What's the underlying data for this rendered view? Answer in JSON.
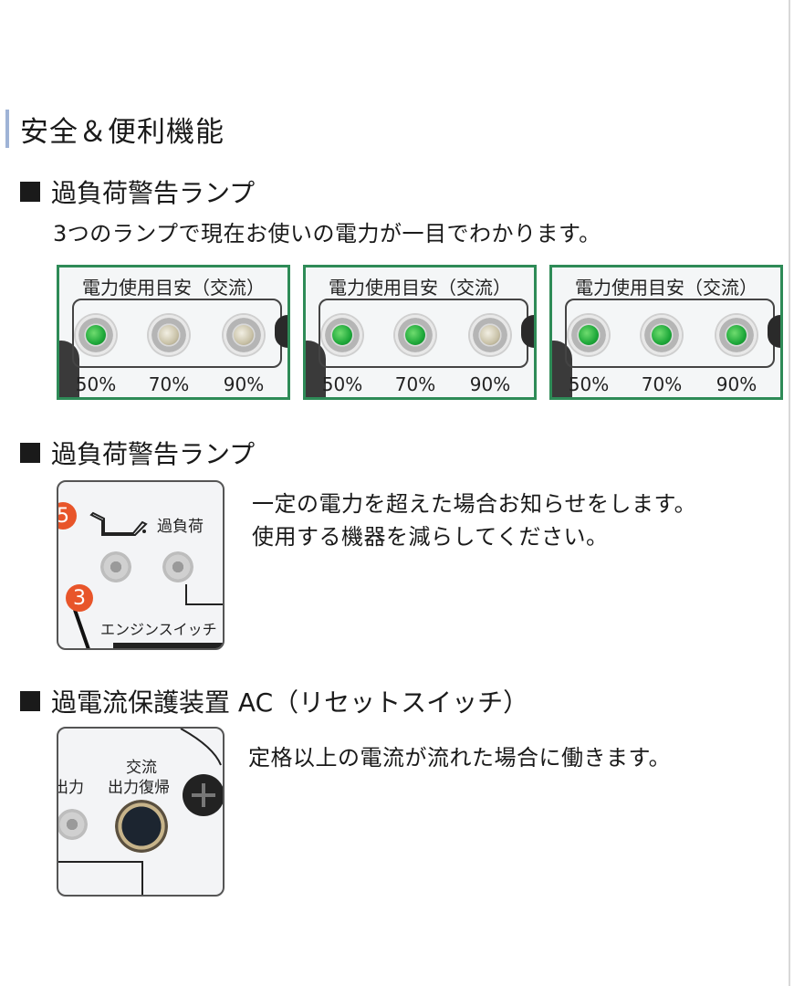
{
  "section": {
    "title": "安全＆便利機能"
  },
  "overload_lamp": {
    "heading": "過負荷警告ランプ",
    "description": "3つのランプで現在お使いの電力が一目でわかります。",
    "panels": [
      {
        "title": "電力使用目安（交流）",
        "lamps": [
          {
            "label": "50%",
            "state": "on"
          },
          {
            "label": "70%",
            "state": "off"
          },
          {
            "label": "90%",
            "state": "off"
          }
        ]
      },
      {
        "title": "電力使用目安（交流）",
        "lamps": [
          {
            "label": "50%",
            "state": "on"
          },
          {
            "label": "70%",
            "state": "on"
          },
          {
            "label": "90%",
            "state": "off"
          }
        ]
      },
      {
        "title": "電力使用目安（交流）",
        "lamps": [
          {
            "label": "50%",
            "state": "on"
          },
          {
            "label": "70%",
            "state": "on"
          },
          {
            "label": "90%",
            "state": "on"
          }
        ]
      }
    ]
  },
  "overload_warning": {
    "heading": "過負荷警告ランプ",
    "lines": [
      "一定の電力を超えた場合お知らせをします。",
      "使用する機器を減らしてください。"
    ],
    "photo": {
      "badge_top": "5",
      "badge_bottom": "3",
      "overload_label": "過負荷",
      "engine_switch_label": "エンジンスイッチ"
    }
  },
  "overcurrent": {
    "heading": "過電流保護装置 AC（リセットスイッチ）",
    "line": "定格以上の電流が流れた場合に働きます。",
    "photo": {
      "label_left": "出力",
      "label_right_top": "交流",
      "label_right_bottom": "出力復帰"
    }
  },
  "colors": {
    "panel_border": "#2e8b57",
    "lamp_on": "#1ea83a",
    "badge": "#e8552a"
  }
}
